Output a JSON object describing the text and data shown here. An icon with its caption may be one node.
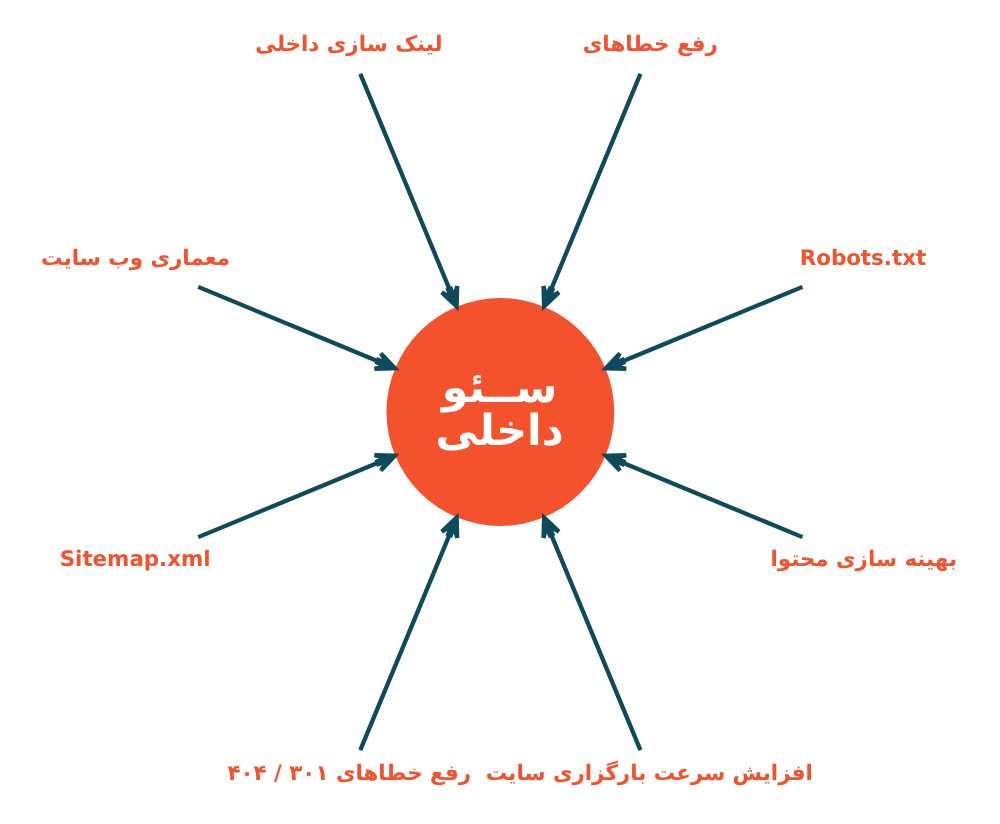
{
  "diagram": {
    "nodes": [
      {
        "text": [
          "ســئو داخلی"
        ]
      },
      {
        "text": [
          "لینک سازی داخلی"
        ]
      },
      {
        "text": [
          "رفع خطاهای"
        ]
      },
      {
        "text": [
          "Robots.txt"
        ]
      },
      {
        "text": [
          "بهینه سازی محتوا"
        ]
      },
      {
        "text": [
          "افزایش سرعت بارگزاری سایت"
        ]
      },
      {
        "text": [
          "رفع خطاهای ۳۰۱ / ۴۰۴"
        ]
      },
      {
        "text": [
          "Sitemap.xml"
        ]
      },
      {
        "text": [
          "معماری وب سایت"
        ]
      }
    ],
    "edges": [
      {
        "from": 1,
        "to": 0,
        "arrow": "to"
      },
      {
        "from": 2,
        "to": 0,
        "arrow": "to"
      },
      {
        "from": 3,
        "to": 0,
        "arrow": "to"
      },
      {
        "from": 4,
        "to": 0,
        "arrow": "to"
      },
      {
        "from": 5,
        "to": 0,
        "arrow": "to"
      },
      {
        "from": 6,
        "to": 0,
        "arrow": "to"
      },
      {
        "from": 7,
        "to": 0,
        "arrow": "to"
      },
      {
        "from": 8,
        "to": 0,
        "arrow": "to"
      }
    ]
  }
}
